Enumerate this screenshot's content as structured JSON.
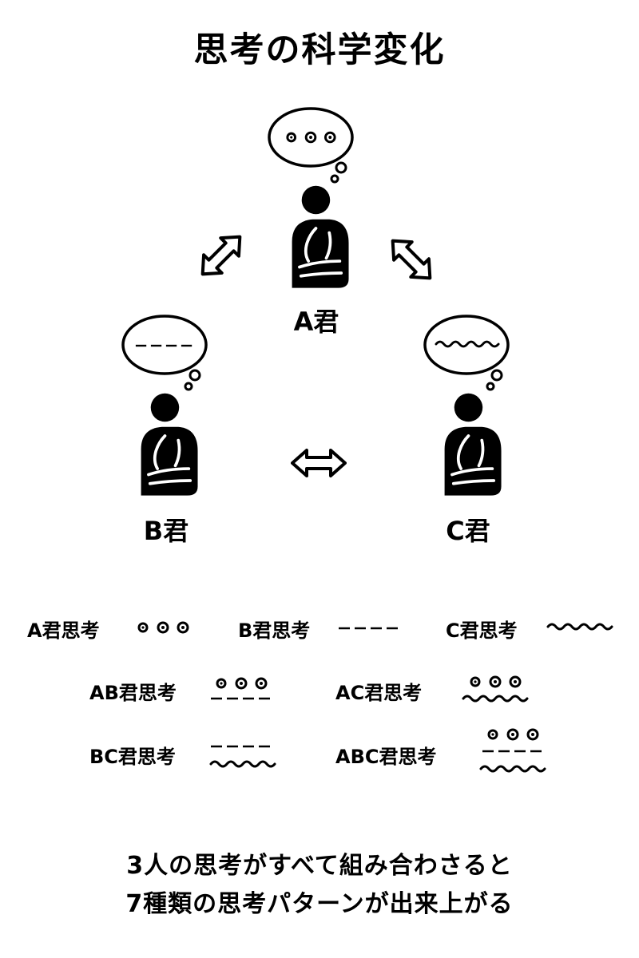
{
  "title": "思考の科学変化",
  "people": {
    "a": {
      "label": "A君",
      "thought": "dots"
    },
    "b": {
      "label": "B君",
      "thought": "dashes"
    },
    "c": {
      "label": "C君",
      "thought": "wave"
    }
  },
  "legend": [
    {
      "label": "A君思考",
      "patterns": [
        "dots"
      ]
    },
    {
      "label": "B君思考",
      "patterns": [
        "dashes"
      ]
    },
    {
      "label": "C君思考",
      "patterns": [
        "wave"
      ]
    },
    {
      "label": "AB君思考",
      "patterns": [
        "dots",
        "dashes"
      ]
    },
    {
      "label": "AC君思考",
      "patterns": [
        "dots",
        "wave"
      ]
    },
    {
      "label": "BC君思考",
      "patterns": [
        "dashes",
        "wave"
      ]
    },
    {
      "label": "ABC君思考",
      "patterns": [
        "dots",
        "dashes",
        "wave"
      ]
    }
  ],
  "footer": {
    "line1": "3人の思考がすべて組み合わさると",
    "line2": "7種類の思考パターンが出来上がる"
  },
  "icons": {
    "person": "thinking-person-icon",
    "bubble": "thought-bubble-icon",
    "arrow": "double-arrow-icon"
  }
}
